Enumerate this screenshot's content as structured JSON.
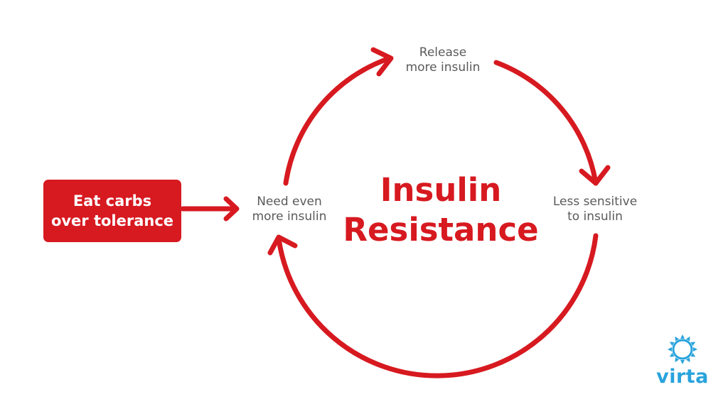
{
  "colors": {
    "accent": "#d71920",
    "node_text": "#5a5a5a",
    "logo": "#29a3dc",
    "background": "#ffffff"
  },
  "start_box": {
    "line1": "Eat carbs",
    "line2": "over tolerance"
  },
  "nodes": {
    "release": {
      "line1": "Release",
      "line2": "more insulin"
    },
    "less_sensitive": {
      "line1": "Less sensitive",
      "line2": "to insulin"
    },
    "need_more": {
      "line1": "Need even",
      "line2": "more insulin"
    }
  },
  "center": {
    "line1": "Insulin",
    "line2": "Resistance"
  },
  "logo": {
    "icon": "sun-icon",
    "text": "virta"
  }
}
